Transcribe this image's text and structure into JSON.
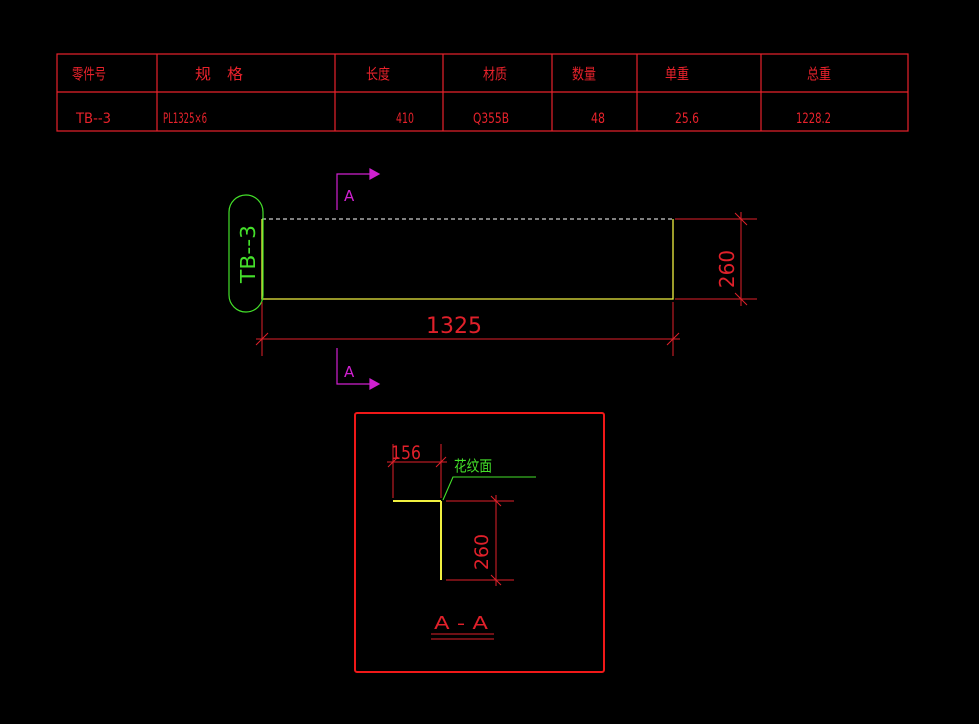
{
  "colors": {
    "background": "#000000",
    "table_red": "#e8222b",
    "dim_red": "#e0202a",
    "outline_yellow": "#f0f040",
    "tag_green": "#44e02a",
    "section_magenta": "#d020d0",
    "frame_red": "#f01818",
    "hidden_line_white": "#ffffff"
  },
  "parts_table": {
    "headers": [
      "零件号",
      "规　格",
      "长度",
      "材质",
      "数量",
      "单重",
      "总重"
    ],
    "rows": [
      [
        "TB--3",
        "PL1325×6",
        "410",
        "Q355B",
        "48",
        "25.6",
        "1228.2"
      ]
    ]
  },
  "plan_view": {
    "part_tag": "TB--3",
    "length_dim": "1325",
    "height_dim": "260",
    "section_top_label": "A",
    "section_bottom_label": "A"
  },
  "section_view": {
    "width_dim": "156",
    "surface_note": "花纹面",
    "height_dim": "260",
    "title": "A - A"
  }
}
